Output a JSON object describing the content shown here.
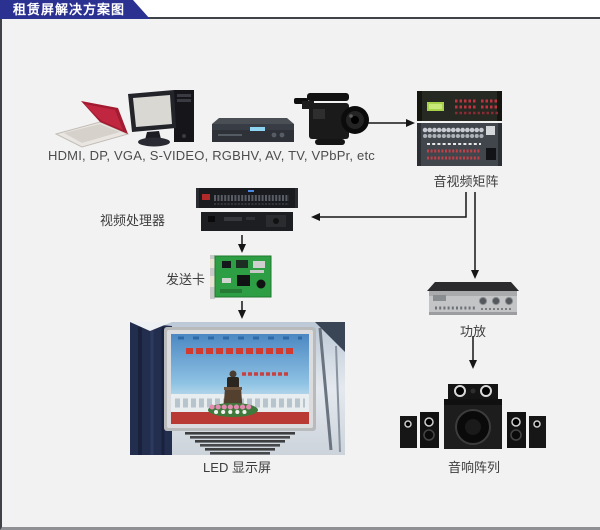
{
  "header": {
    "title": "租赁屏解决方案图"
  },
  "sources": {
    "interfaces_label": "HDMI, DP, VGA, S-VIDEO, RGBHV, AV, TV, VPbPr, etc",
    "devices": [
      {
        "name": "laptop"
      },
      {
        "name": "desktop-computer"
      },
      {
        "name": "dvd-player"
      },
      {
        "name": "video-camera"
      }
    ]
  },
  "nodes": {
    "av_matrix": {
      "label": "音视频矩阵"
    },
    "video_processor": {
      "label": "视频处理器"
    },
    "sending_card": {
      "label": "发送卡"
    },
    "led_screen": {
      "label": "LED 显示屏"
    },
    "amplifier": {
      "label": "功放"
    },
    "speaker_array": {
      "label": "音响阵列"
    }
  },
  "colors": {
    "header_tab": "#2b3191",
    "header_rule": "#3f4246",
    "canvas_bg": "#f3f2f2",
    "arrow": "#161616",
    "label_text": "#3d3d3d"
  }
}
